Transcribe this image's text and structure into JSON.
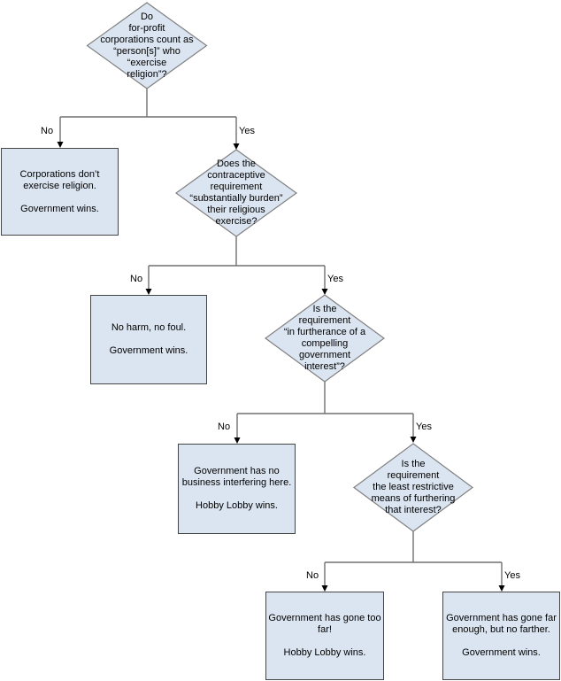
{
  "colors": {
    "node_fill": "#dbe5f1",
    "diamond_border": "#808080",
    "box_border": "#454545",
    "connector": "#707070",
    "arrowhead": "#000000",
    "background": "#ffffff",
    "text": "#000000"
  },
  "edge_labels": {
    "no": "No",
    "yes": "Yes"
  },
  "decisions": [
    {
      "text": "Do\nfor-profit\ncorporations count as\n“person[s]” who\n“exercise\nreligion”?"
    },
    {
      "text": "Does the\ncontraceptive\nrequirement\n“substantially burden”\ntheir religious\nexercise?"
    },
    {
      "text": "Is the\nrequirement\n“in furtherance of a\ncompelling\ngovernment\ninterest”?"
    },
    {
      "text": "Is the\nrequirement\nthe least restrictive\nmeans of furthering\nthat interest?"
    }
  ],
  "outcomes": [
    {
      "text": "Corporations don’t\nexercise religion.\n\nGovernment wins."
    },
    {
      "text": "No harm, no foul.\n\nGovernment wins."
    },
    {
      "text": "Government has no\nbusiness interfering here.\n\nHobby Lobby wins."
    },
    {
      "text": "Government has gone too\nfar!\n\nHobby Lobby wins."
    },
    {
      "text": "Government has gone far\nenough, but no farther.\n\nGovernment wins."
    }
  ]
}
